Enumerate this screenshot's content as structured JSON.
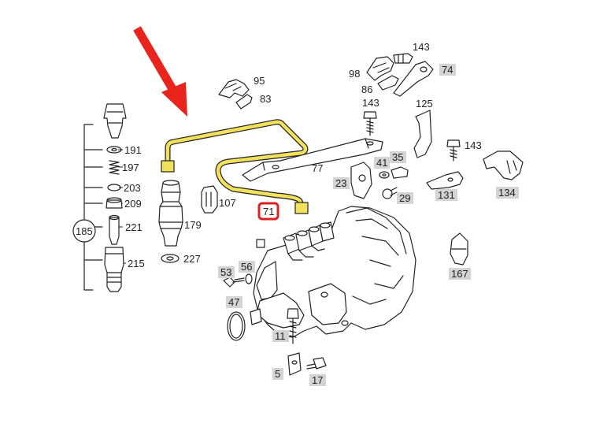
{
  "diagram": {
    "highlight_color": "#f2e15a",
    "arrow_color": "#e8241c",
    "callout_color": "#e02020",
    "label_box_color": "#d4d4d4",
    "labels": {
      "l95": "95",
      "l83": "83",
      "l98": "98",
      "l86": "86",
      "l143a": "143",
      "l74": "74",
      "l143b": "143",
      "l125": "125",
      "l143c": "143",
      "l134": "134",
      "l191": "191",
      "l197": "197",
      "l203": "203",
      "l209": "209",
      "l185": "185",
      "l221": "221",
      "l215": "215",
      "l179": "179",
      "l227": "227",
      "l107": "107",
      "l77": "77",
      "l41": "41",
      "l35": "35",
      "l23": "23",
      "l29": "29",
      "l131": "131",
      "l71": "71",
      "l167": "167",
      "l53": "53",
      "l56": "56",
      "l47": "47",
      "l11": "11",
      "l5": "5",
      "l17": "17"
    }
  }
}
